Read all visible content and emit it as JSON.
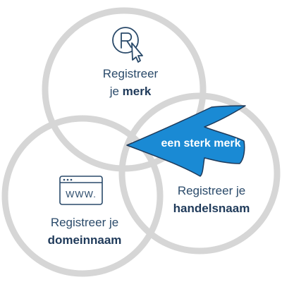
{
  "circles": {
    "merk": {
      "line1": "Registreer",
      "line2_prefix": "je ",
      "line2_bold": "merk",
      "icon": "registered-cursor-icon"
    },
    "handelsnaam": {
      "line1": "Registreer je",
      "line2_bold": "handelsnaam"
    },
    "domeinnaam": {
      "line1": "Registreer je",
      "line2_bold": "domeinnaam",
      "icon": "browser-www-icon"
    }
  },
  "arrow": {
    "label": "een sterk merk"
  },
  "colors": {
    "circle_stroke": "#d6d6d6",
    "arrow_fill": "#1a8ad4",
    "arrow_outline": "#1f3a5a",
    "text": "#2a4a6a",
    "icon": "#2a4a6a"
  },
  "icons": {
    "www_text": "WWW."
  }
}
